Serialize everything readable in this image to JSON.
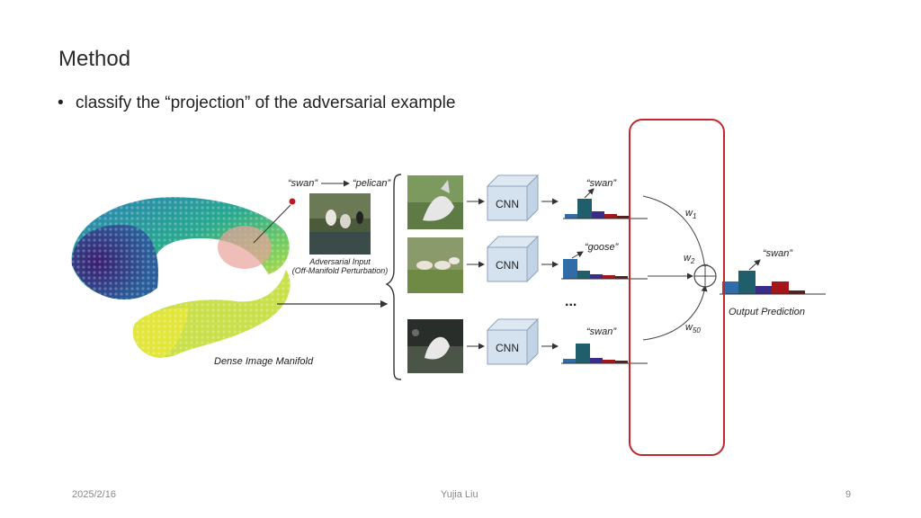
{
  "slide": {
    "title": "Method",
    "bullet": "classify the “projection” of the adversarial example",
    "bullet_marker": "•"
  },
  "figure": {
    "label_swan_top": "“swan”",
    "label_pelican": "“pelican”",
    "adversarial_title": "Adversarial Input",
    "adversarial_sub": "(Off-Manifold Perturbation)",
    "manifold_label": "Dense Image Manifold",
    "cnn_label": "CNN",
    "branches": [
      {
        "prediction": "“swan”",
        "weight": "w",
        "weight_sub": "1"
      },
      {
        "prediction": "“goose”",
        "weight": "w",
        "weight_sub": "2"
      },
      {
        "prediction": "“swan”",
        "weight": "w",
        "weight_sub": "50"
      }
    ],
    "ellipsis": "...",
    "output_prediction_label": "“swan”",
    "output_caption": "Output Prediction",
    "highlight_color": "#c0282d"
  },
  "footer": {
    "date": "2025/2/16",
    "author": "Yujia Liu",
    "page": "9"
  }
}
